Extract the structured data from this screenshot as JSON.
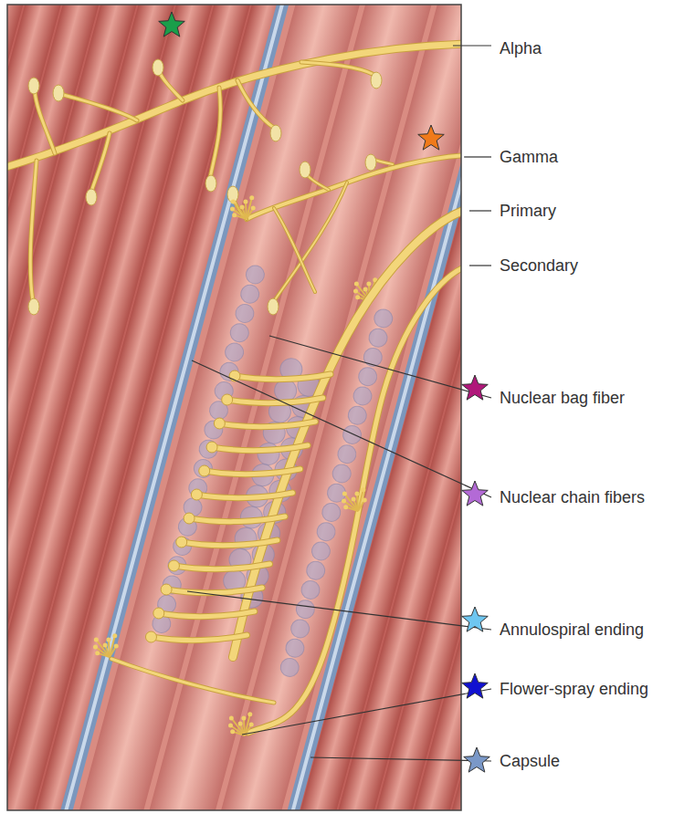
{
  "diagram": {
    "labels": [
      "Alpha",
      "Gamma",
      "Primary",
      "Secondary",
      "Nuclear bag fiber",
      "Nuclear chain fibers",
      "Annulospiral ending",
      "Flower-spray ending",
      "Capsule"
    ]
  }
}
